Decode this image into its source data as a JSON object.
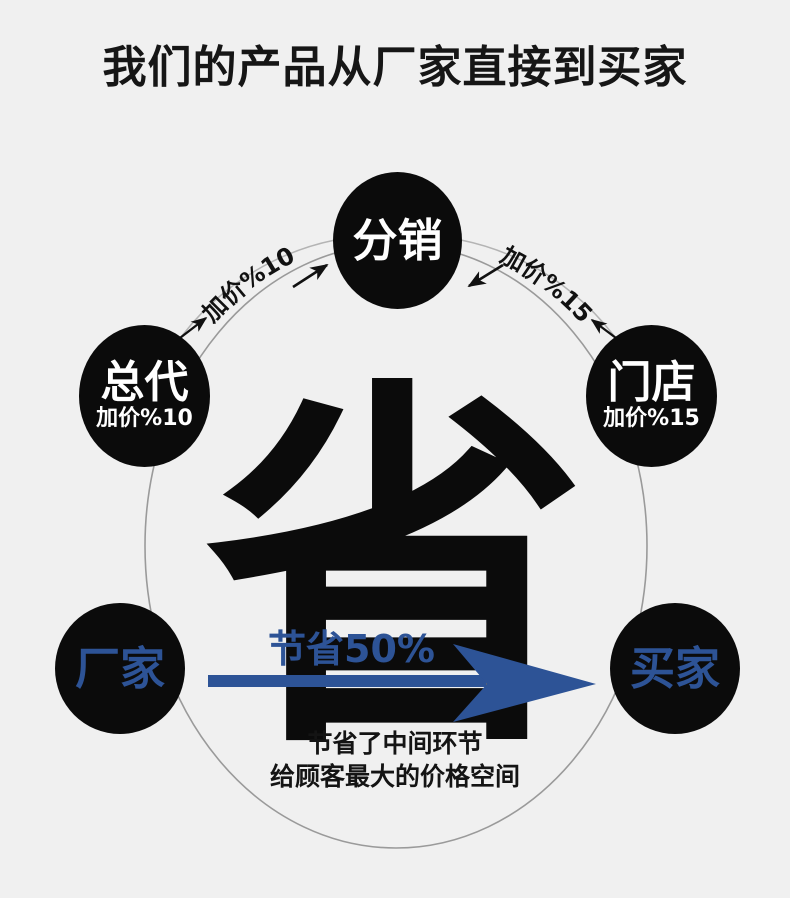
{
  "page": {
    "background_color": "#f0f0f0",
    "title": "我们的产品从厂家直接到买家"
  },
  "colors": {
    "node_fill": "#0b0b0b",
    "node_text": "#ffffff",
    "brand_blue": "#2d5396",
    "circle_outline": "#9a9a9a",
    "text_black": "#141414"
  },
  "center_glyph": {
    "character": "省",
    "color": "#0b0b0b"
  },
  "nodes": [
    {
      "id": "distributor",
      "label": "分销",
      "sub": "",
      "text_color": "#ffffff",
      "position": "top"
    },
    {
      "id": "general-agent",
      "label": "总代",
      "sub": "加价%10",
      "text_color": "#ffffff",
      "position": "left"
    },
    {
      "id": "store",
      "label": "门店",
      "sub": "加价%15",
      "text_color": "#ffffff",
      "position": "right"
    },
    {
      "id": "manufacturer",
      "label": "厂家",
      "sub": "",
      "text_color": "#2d5396",
      "position": "bottom-left"
    },
    {
      "id": "buyer",
      "label": "买家",
      "sub": "",
      "text_color": "#2d5396",
      "position": "bottom-right"
    }
  ],
  "arcs": [
    {
      "id": "arc-left",
      "label": "加价%10",
      "from": "总代",
      "to": "分销",
      "direction": "right-up"
    },
    {
      "id": "arc-right",
      "label": "加价%15",
      "from": "门店",
      "to": "分销",
      "direction": "left-up"
    }
  ],
  "savings_arrow": {
    "label": "节省50%",
    "from": "厂家",
    "to": "买家",
    "color": "#2d5396"
  },
  "caption": {
    "line1": "节省了中间环节",
    "line2": "给顾客最大的价格空间"
  },
  "chart_data": {
    "type": "diagram",
    "title": "我们的产品从厂家直接到买家",
    "nodes": [
      "厂家",
      "总代",
      "分销",
      "门店",
      "买家"
    ],
    "markups": [
      {
        "node": "总代",
        "markup_percent": 10,
        "text": "加价%10"
      },
      {
        "node": "分销",
        "markup_percent": 10,
        "text": "加价%10"
      },
      {
        "node": "门店",
        "markup_percent": 15,
        "text": "加价%15"
      }
    ],
    "direct_path": {
      "from": "厂家",
      "to": "买家",
      "savings_percent": 50,
      "text": "节省50%"
    },
    "annotations": [
      "节省了中间环节",
      "给顾客最大的价格空间"
    ]
  }
}
